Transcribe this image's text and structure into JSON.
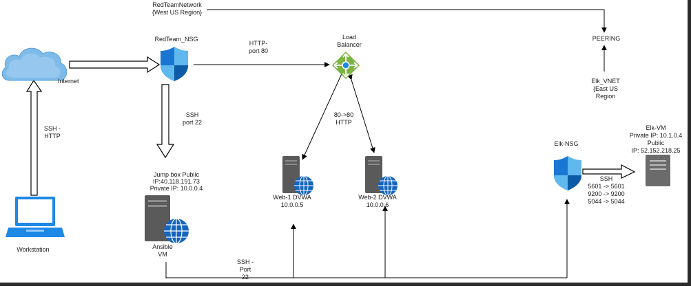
{
  "colors": {
    "background": "#2b2b2b",
    "canvas": "#ffffff",
    "line": "#000000",
    "cloud": "#7fbbe9",
    "laptop": "#1e88e5",
    "shield": "#1976d2",
    "server": "#5a5a5a",
    "globe": "#1565c0",
    "lb_green": "#7cb342",
    "lb_blue": "#1e88e5"
  },
  "labels": {
    "network": [
      "RedTeamNetwork",
      "{West US Region}"
    ],
    "internet": "Internet",
    "redteam_nsg": "RedTeam_NSG",
    "http_port": [
      "HTTP-",
      "port 80"
    ],
    "load_balancer": [
      "Load",
      "Balancer"
    ],
    "peering": "PEERING",
    "elk_vnet": [
      "Elk_VNET",
      "{East US",
      "Region"
    ],
    "ssh_http": [
      "SSH -",
      "HTTP"
    ],
    "ssh_22": [
      "SSH",
      "port 22"
    ],
    "lb_http": [
      "80->80",
      "HTTP"
    ],
    "jump_box": [
      "Jump box Public",
      "IP:40.118.191.73",
      "Private IP: 10.0.0.4"
    ],
    "ansible": [
      "Ansible",
      "VM"
    ],
    "web1": [
      "Web-1 DVWA",
      "10.0.0.5"
    ],
    "web2": [
      "Web-2 DVWA",
      "10.0.0.6"
    ],
    "elk_nsg": "Elk-NSG",
    "elk_vm": [
      "Elk-VM",
      "Private IP: 10.1.0.4",
      "Public",
      "IP: 52.152.218.25"
    ],
    "elk_ports": [
      "SSH",
      "5601 -> 5601",
      "9200 -> 9200",
      "5044 -> 5044"
    ],
    "workstation": "Workstation",
    "ssh_port_bottom": [
      "SSH -",
      "Port",
      "22"
    ]
  }
}
